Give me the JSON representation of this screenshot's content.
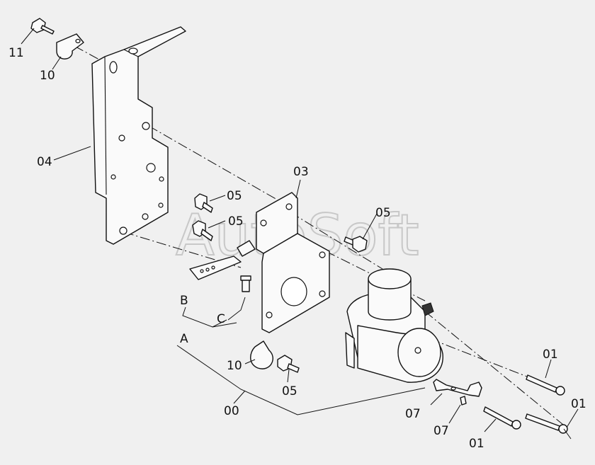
{
  "watermark": "AutoSoft",
  "labels": {
    "l11": "11",
    "l10a": "10",
    "l04": "04",
    "l03": "03",
    "l05a": "05",
    "l05b": "05",
    "l05c": "05",
    "l05d": "05",
    "lB": "B",
    "lC": "C",
    "lA": "A",
    "l10b": "10",
    "l00": "00",
    "l07a": "07",
    "l07b": "07",
    "l01a": "01",
    "l01b": "01",
    "l01c": "01"
  }
}
